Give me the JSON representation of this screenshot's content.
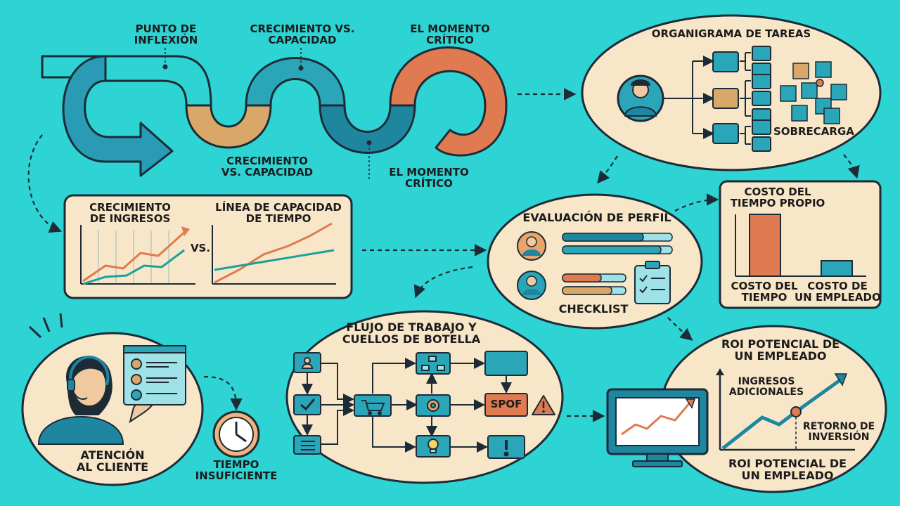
{
  "colors": {
    "background": "#2ed3d3",
    "panel": "#f8e6c8",
    "outline": "#1c2b36",
    "teal": "#2aa6b8",
    "tealDark": "#1f86a0",
    "orange": "#e07a50",
    "sand": "#d9a868"
  },
  "labels": {
    "punto_inflexion": "PUNTO DE\nINFLEXIÓN",
    "crecimiento_top": "CRECIMIENTO VS.\nCAPACIDAD",
    "momento_top": "EL MOMENTO\nCRÍTICO",
    "crecimiento_bottom": "CRECIMIENTO\nVS. CAPACIDAD",
    "momento_bottom": "EL MOMENTO\nCRÍTICO",
    "crecimiento_ingresos": "CRECIMIENTO\nDE INGRESOS",
    "vs": "VS.",
    "linea_capacidad": "LÍNEA DE CAPACIDAD\nDE TIEMPO",
    "organigrama": "ORGANIGRAMA DE TAREAS",
    "sobrecarga": "SOBRECARGA",
    "evaluacion": "EVALUACIÓN DE PERFIL",
    "checklist": "CHECKLIST",
    "costo_tiempo_propio": "COSTO DEL\nTIEMPO PROPIO",
    "costo_tiempo": "COSTO DEL\nTIEMPO",
    "costo_empleado": "COSTO DE\nUN EMPLEADO",
    "atencion": "ATENCIÓN\nAL CLIENTE",
    "tiempo_insuficiente": "TIEMPO\nINSUFICIENTE",
    "flujo": "FLUJO DE TRABAJO Y\nCUELLOS DE BOTELLA",
    "spof": "SPOF",
    "roi_title": "ROI POTENCIAL DE\nUN EMPLEADO",
    "ingresos_adicionales": "INGRESOS\nADICIONALES",
    "retorno": "RETORNO DE\nINVERSIÓN",
    "roi_bottom": "ROI POTENCIAL DE\nUN EMPLEADO"
  },
  "icons": {
    "clock": "clock-icon",
    "warning": "warning-icon",
    "headset": "headset-icon",
    "monitor": "monitor-icon"
  }
}
